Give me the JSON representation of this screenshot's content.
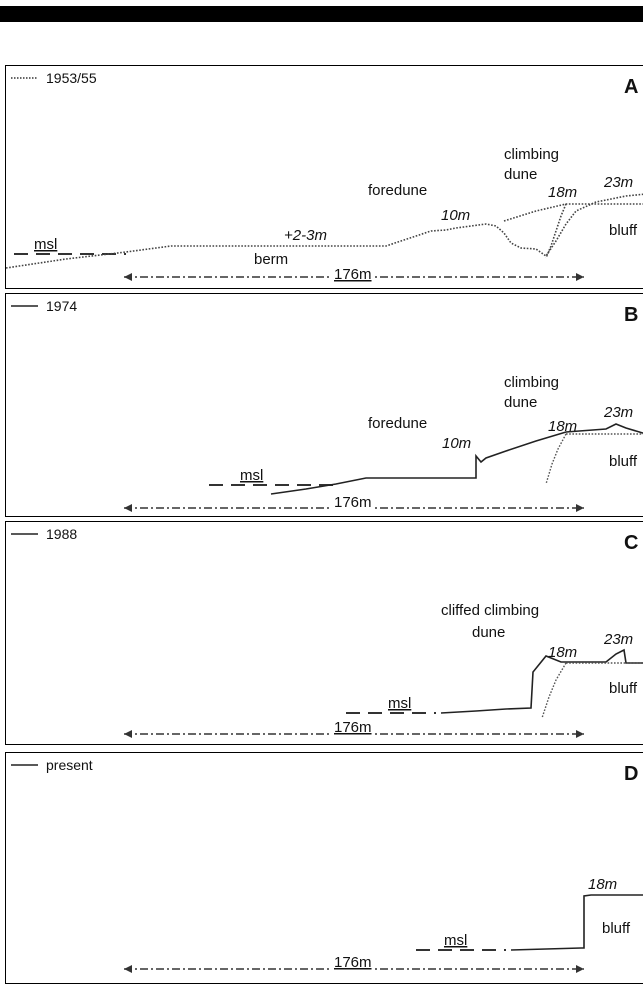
{
  "panels": [
    {
      "id": "A",
      "letter": "A",
      "legend": "1953/55",
      "legend_style": "dotted",
      "labels": {
        "msl": "msl",
        "berm_height": "+2-3m",
        "berm": "berm",
        "foredune": "foredune",
        "foredune_height": "10m",
        "climbing_dune_1": "climbing",
        "climbing_dune_2": "dune",
        "climbing_height": "18m",
        "dune_height": "23m",
        "bluff": "bluff",
        "distance": "176m"
      }
    },
    {
      "id": "B",
      "letter": "B",
      "legend": "1974",
      "legend_style": "solid",
      "labels": {
        "msl": "msl",
        "foredune": "foredune",
        "foredune_height": "10m",
        "climbing_dune_1": "climbing",
        "climbing_dune_2": "dune",
        "climbing_height": "18m",
        "dune_height": "23m",
        "bluff": "bluff",
        "distance": "176m"
      }
    },
    {
      "id": "C",
      "letter": "C",
      "legend": "1988",
      "legend_style": "solid",
      "labels": {
        "cliffed_1": "cliffed climbing",
        "cliffed_2": "dune",
        "climbing_height": "18m",
        "dune_height": "23m",
        "msl": "msl",
        "bluff": "bluff",
        "distance": "176m"
      }
    },
    {
      "id": "D",
      "letter": "D",
      "legend": "present",
      "legend_style": "solid",
      "labels": {
        "bluff_height": "18m",
        "msl": "msl",
        "bluff": "bluff",
        "distance": "176m"
      }
    }
  ]
}
